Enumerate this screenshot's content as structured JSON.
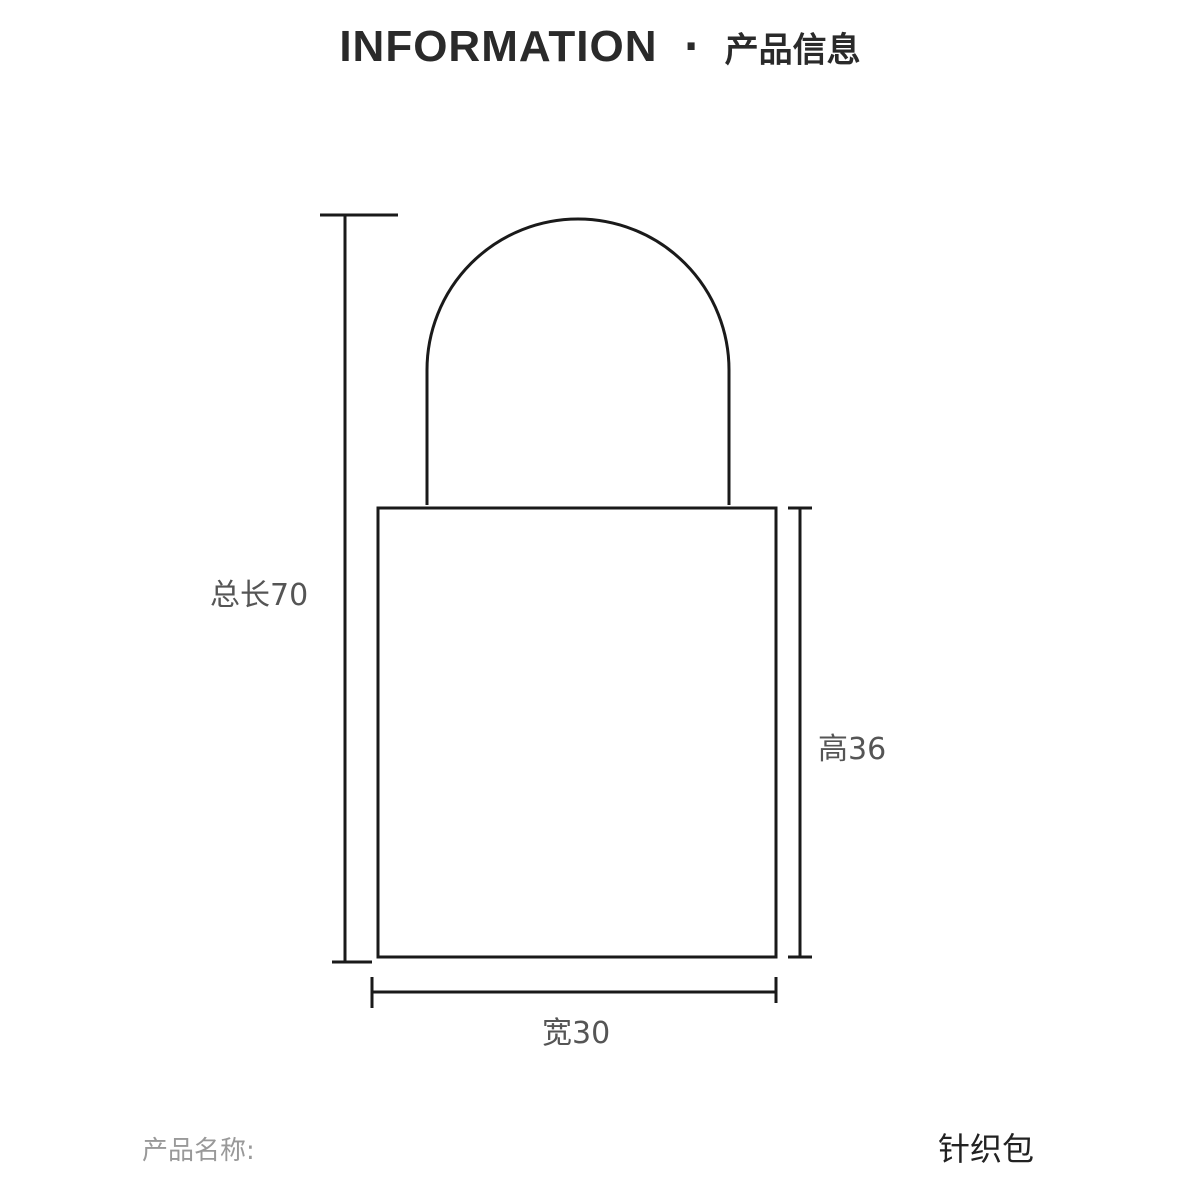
{
  "header": {
    "title_en": "INFORMATION",
    "separator": "·",
    "title_cn": "产品信息"
  },
  "dimensions": {
    "total_length": "总长70",
    "height": "高36",
    "width": "宽30"
  },
  "product": {
    "name_label": "产品名称:",
    "name_value": "针织包"
  }
}
